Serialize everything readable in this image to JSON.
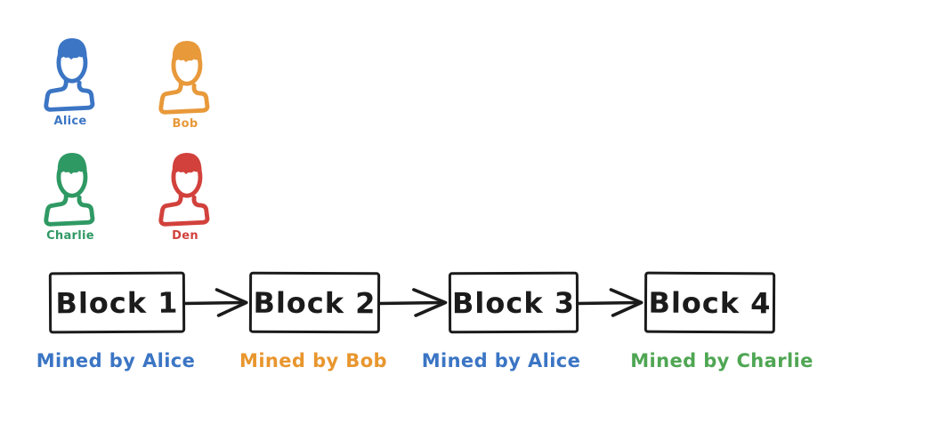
{
  "canvas": {
    "background": "#ffffff"
  },
  "people": [
    {
      "name": "Alice",
      "color": "#3b75c4"
    },
    {
      "name": "Bob",
      "color": "#e8993a"
    },
    {
      "name": "Charlie",
      "color": "#2f9964"
    },
    {
      "name": "Den",
      "color": "#d2413c"
    }
  ],
  "blockchain": {
    "block_text_color": "#1b1b1b",
    "arrow_color": "#1b1b1b",
    "blocks": [
      {
        "label": "Block 1",
        "caption": "Mined by Alice",
        "caption_color": "#3b75c4"
      },
      {
        "label": "Block 2",
        "caption": "Mined by Bob",
        "caption_color": "#e8962e"
      },
      {
        "label": "Block 3",
        "caption": "Mined by Alice",
        "caption_color": "#3b75c4"
      },
      {
        "label": "Block 4",
        "caption": "Mined by Charlie",
        "caption_color": "#4fa653"
      }
    ]
  }
}
